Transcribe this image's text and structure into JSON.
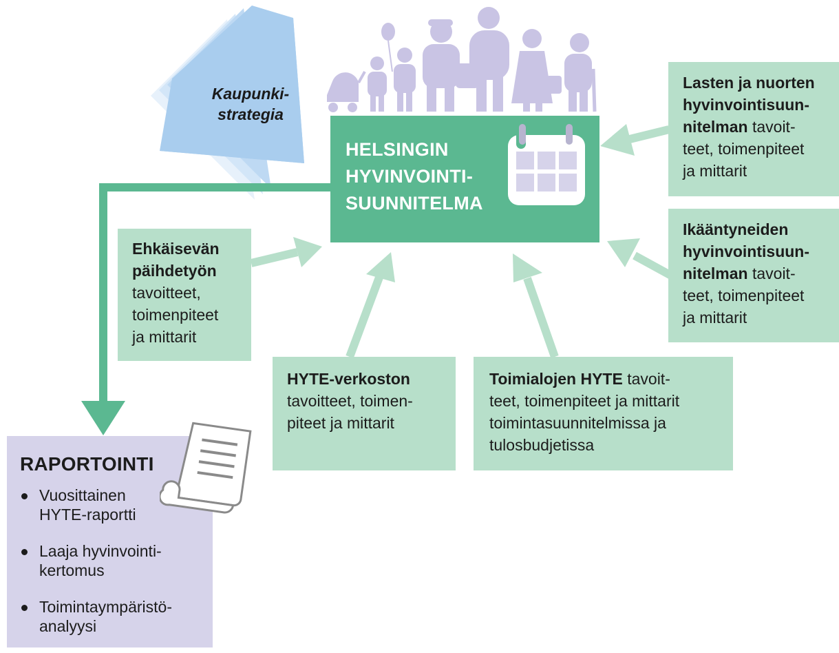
{
  "strategy": {
    "line1": "Kaupunki-",
    "line2": "strategia"
  },
  "main": {
    "line1": "HELSINGIN",
    "line2": "HYVINVOINTI-",
    "line3": "SUUNNITELMA"
  },
  "boxes": {
    "children": {
      "l1": "Lasten ja nuorten",
      "l2": "hyvinvointisuun-",
      "l3a": "nitelman",
      "l3b": " tavoit-",
      "l4": "teet, toimenpiteet",
      "l5": "ja mittarit"
    },
    "elderly": {
      "l1": "Ikääntyneiden",
      "l2": "hyvinvointisuun-",
      "l3a": "nitelman",
      "l3b": " tavoit-",
      "l4": "teet, toimenpiteet",
      "l5": "ja mittarit"
    },
    "substance": {
      "l1": "Ehkäisevän",
      "l2": "päihdetyön",
      "l3": "tavoitteet,",
      "l4": "toimenpiteet",
      "l5": "ja mittarit"
    },
    "hyte_network": {
      "l1": "HYTE-verkoston",
      "l2": "tavoitteet, toimen-",
      "l3": "piteet ja mittarit"
    },
    "sectors": {
      "l1a": "Toimialojen HYTE",
      "l1b": " tavoit-",
      "l2": "teet, toimenpiteet ja mittarit",
      "l3": "toimintasuunnitelmissa ja",
      "l4": "tulosbudjetissa"
    }
  },
  "report": {
    "title": "RAPORTOINTI",
    "items": [
      {
        "l1": "Vuosittainen",
        "l2": "HYTE-raportti"
      },
      {
        "l1": "Laaja hyvinvointi-",
        "l2": "kertomus"
      },
      {
        "l1": "Toimintaympäristö-",
        "l2": "analyysi"
      }
    ]
  },
  "colors": {
    "main_green": "#5bb891",
    "light_green": "#b7dfca",
    "strategy_blue": "#a9cdee",
    "people_purple": "#c9c4e4",
    "report_purple": "#d6d3ea"
  },
  "icons": [
    "strategy-arrow-icon",
    "people-silhouettes-icon",
    "calendar-icon",
    "document-scroll-icon"
  ]
}
